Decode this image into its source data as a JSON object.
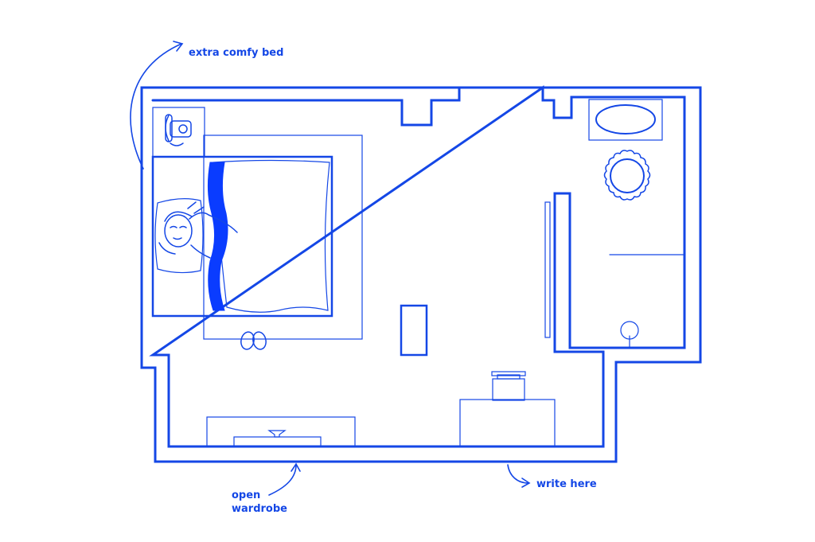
{
  "annotations": {
    "bed": "extra comfy bed",
    "wardrobe_line1": "open",
    "wardrobe_line2": "wardrobe",
    "write": "write here"
  },
  "colors": {
    "ink": "#1447e6",
    "accent": "#0a3cff",
    "background": "#ffffff"
  },
  "icons": {
    "bed": "bed-icon",
    "person": "sleeping-person-icon",
    "phone": "telephone-icon",
    "slippers": "slippers-icon",
    "bathtub": "bathtub-icon",
    "sink": "round-sink-icon",
    "toilet": "toilet-icon",
    "lamp": "table-lamp-icon",
    "tv": "tv-icon"
  }
}
